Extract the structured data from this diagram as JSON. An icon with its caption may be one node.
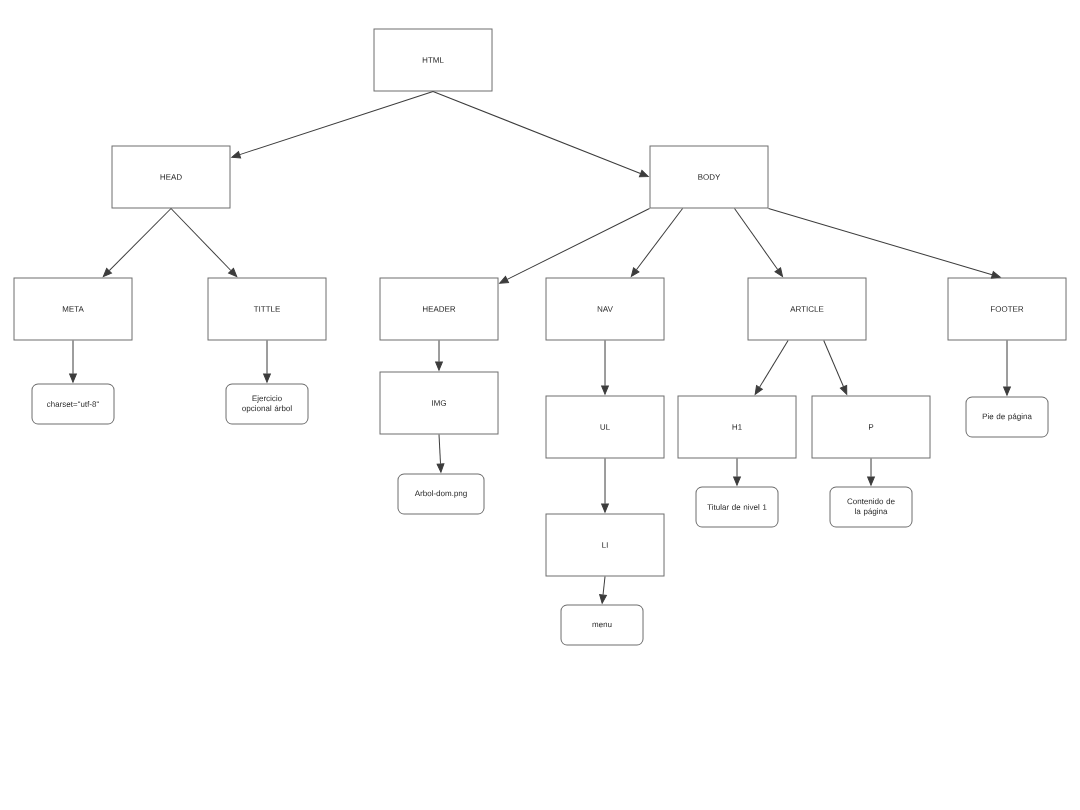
{
  "diagram": {
    "nodes": [
      {
        "text": [
          "HTML"
        ]
      },
      {
        "text": [
          "HEAD"
        ]
      },
      {
        "text": [
          "BODY"
        ]
      },
      {
        "text": [
          "META"
        ]
      },
      {
        "text": [
          "TITTLE"
        ]
      },
      {
        "text": [
          "HEADER"
        ]
      },
      {
        "text": [
          "NAV"
        ]
      },
      {
        "text": [
          "ARTICLE"
        ]
      },
      {
        "text": [
          "FOOTER"
        ]
      },
      {
        "text": [
          "IMG"
        ]
      },
      {
        "text": [
          "charset=\"utf-8\""
        ]
      },
      {
        "text": [
          "Ejercicio opcional árbol"
        ]
      },
      {
        "text": [
          "UL"
        ]
      },
      {
        "text": [
          "H1"
        ]
      },
      {
        "text": [
          "P"
        ]
      },
      {
        "text": [
          "Pie de página"
        ]
      },
      {
        "text": [
          "Arbol-dom.png"
        ]
      },
      {
        "text": [
          "Titular de nivel 1"
        ]
      },
      {
        "text": [
          "Contenido de la página"
        ]
      },
      {
        "text": [
          "LI"
        ]
      },
      {
        "text": [
          "menu"
        ]
      }
    ],
    "edges": [
      {
        "from": 0,
        "to": 1,
        "arrow": "to"
      },
      {
        "from": 0,
        "to": 2,
        "arrow": "to"
      },
      {
        "from": 1,
        "to": 3,
        "arrow": "to"
      },
      {
        "from": 1,
        "to": 4,
        "arrow": "to"
      },
      {
        "from": 2,
        "to": 5,
        "arrow": "to"
      },
      {
        "from": 2,
        "to": 6,
        "arrow": "to"
      },
      {
        "from": 2,
        "to": 7,
        "arrow": "to"
      },
      {
        "from": 2,
        "to": 8,
        "arrow": "to"
      },
      {
        "from": 3,
        "to": 10,
        "arrow": "to"
      },
      {
        "from": 4,
        "to": 11,
        "arrow": "to"
      },
      {
        "from": 5,
        "to": 9,
        "arrow": "to"
      },
      {
        "from": 9,
        "to": 16,
        "arrow": "to"
      },
      {
        "from": 6,
        "to": 12,
        "arrow": "to"
      },
      {
        "from": 12,
        "to": 19,
        "arrow": "to"
      },
      {
        "from": 19,
        "to": 20,
        "arrow": "to"
      },
      {
        "from": 7,
        "to": 13,
        "arrow": "to"
      },
      {
        "from": 7,
        "to": 14,
        "arrow": "to"
      },
      {
        "from": 13,
        "to": 17,
        "arrow": "to"
      },
      {
        "from": 14,
        "to": 18,
        "arrow": "to"
      },
      {
        "from": 8,
        "to": 15,
        "arrow": "to"
      }
    ]
  }
}
